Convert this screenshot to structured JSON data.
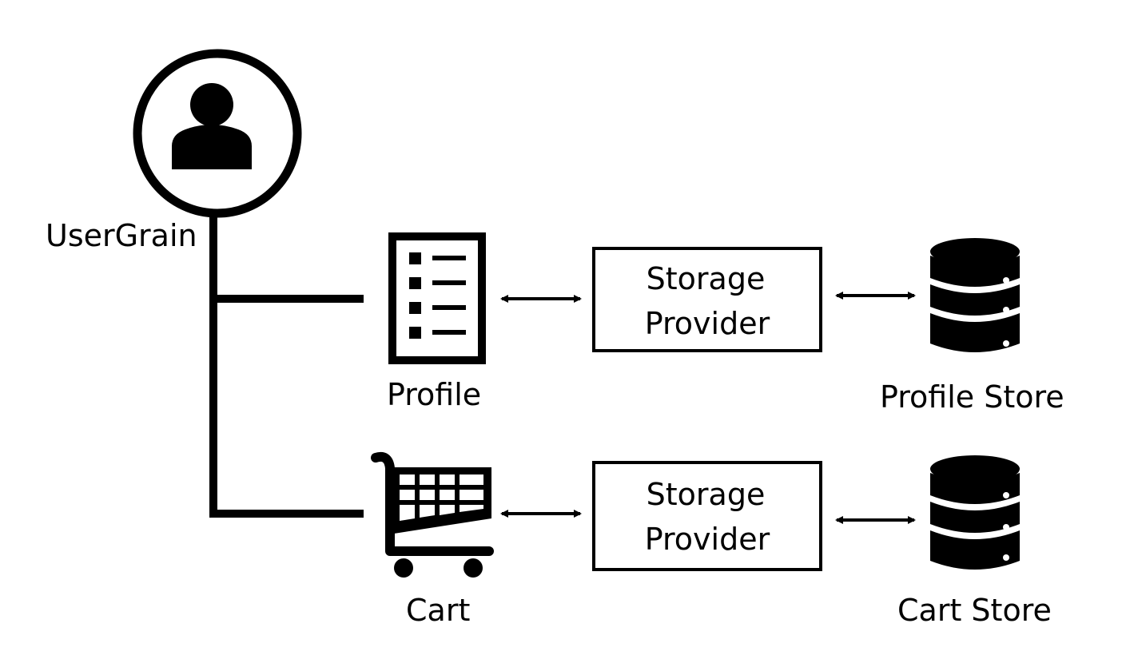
{
  "user_grain": {
    "label": "UserGrain",
    "icon": "user-icon"
  },
  "rows": [
    {
      "state_label": "Profile",
      "state_icon": "document-list-icon",
      "provider": {
        "line1": "Storage",
        "line2": "Provider"
      },
      "store_label": "Profile Store",
      "store_icon": "database-icon"
    },
    {
      "state_label": "Cart",
      "state_icon": "shopping-cart-icon",
      "provider": {
        "line1": "Storage",
        "line2": "Provider"
      },
      "store_label": "Cart Store",
      "store_icon": "database-icon"
    }
  ],
  "colors": {
    "stroke": "#000000",
    "background": "#ffffff"
  }
}
